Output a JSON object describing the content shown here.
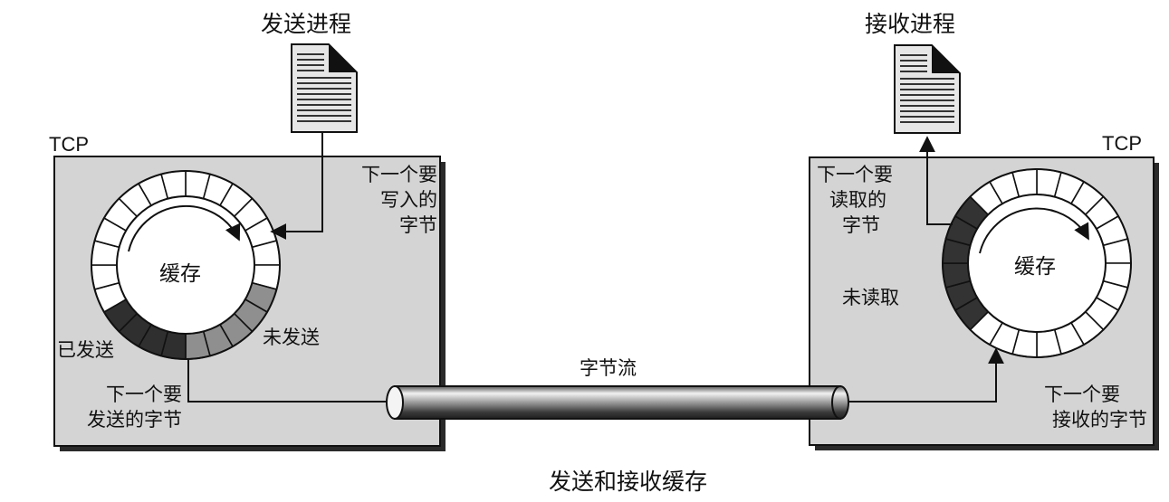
{
  "caption": "发送和接收缓存",
  "stream_label": "字节流",
  "sender": {
    "process_label": "发送进程",
    "tcp_label": "TCP",
    "buffer_label": "缓存",
    "next_write_lines": [
      "下一个要",
      "写入的",
      "字节"
    ],
    "unsent_label": "未发送",
    "sent_label": "已发送",
    "next_send_lines": [
      "下一个要",
      "发送的字节"
    ]
  },
  "receiver": {
    "process_label": "接收进程",
    "tcp_label": "TCP",
    "buffer_label": "缓存",
    "next_read_lines": [
      "下一个要",
      "读取的",
      "字节"
    ],
    "unread_label": "未读取",
    "next_receive_lines": [
      "下一个要",
      "接收的字节"
    ]
  },
  "colors": {
    "box_fill": "#d4d4d4",
    "unsent_fill": "#8f8f8f",
    "sent_fill": "#2f2f2f",
    "unread_fill": "#333333",
    "empty_fill": "#ffffff"
  }
}
